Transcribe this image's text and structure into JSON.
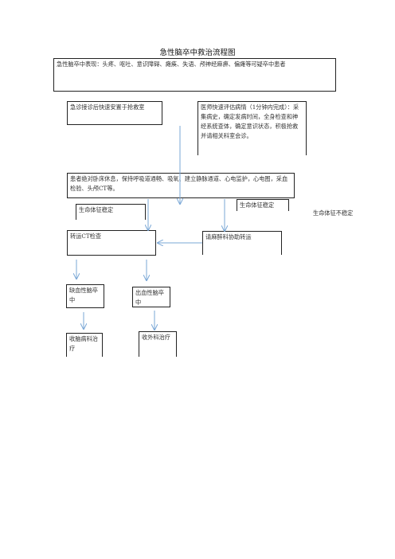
{
  "title": "急性脑卒中救治流程图",
  "nodes": {
    "symptoms": "急性脑卒中表现：头疼、呕吐、意识障碍、瘫痪、失语、颅神经麻痹、偏瘫等可疑卒中患者",
    "triage": "急诊接诊后快速安置于抢救室",
    "assessment": "医师快速评估病情（1分钟内完成）：采集病史，确定发病时间，全身检查和神经系统查体，确定意识状态，积极抢救并请相关科室会诊。",
    "treatment": "患者绝对卧床休息，保持呼吸道通畅、吸氧、建立静脉通道、心电监护，心电图，采血检验、头颅CT等。",
    "stable_left": "生命体征稳定",
    "stable_right": "生命体征稳定",
    "unstable": "生命体征不稳定",
    "ct_transfer": "转运CT检查",
    "anesthesia": "请麻醉科协助转运",
    "ischemic": "缺血性脑卒中",
    "hemorrhagic": "出血性脑卒中",
    "neurology": "收脑病科治疗",
    "surgery": "收外科治疗"
  },
  "colors": {
    "arrow": "#7aa7d6",
    "border": "#222222"
  }
}
